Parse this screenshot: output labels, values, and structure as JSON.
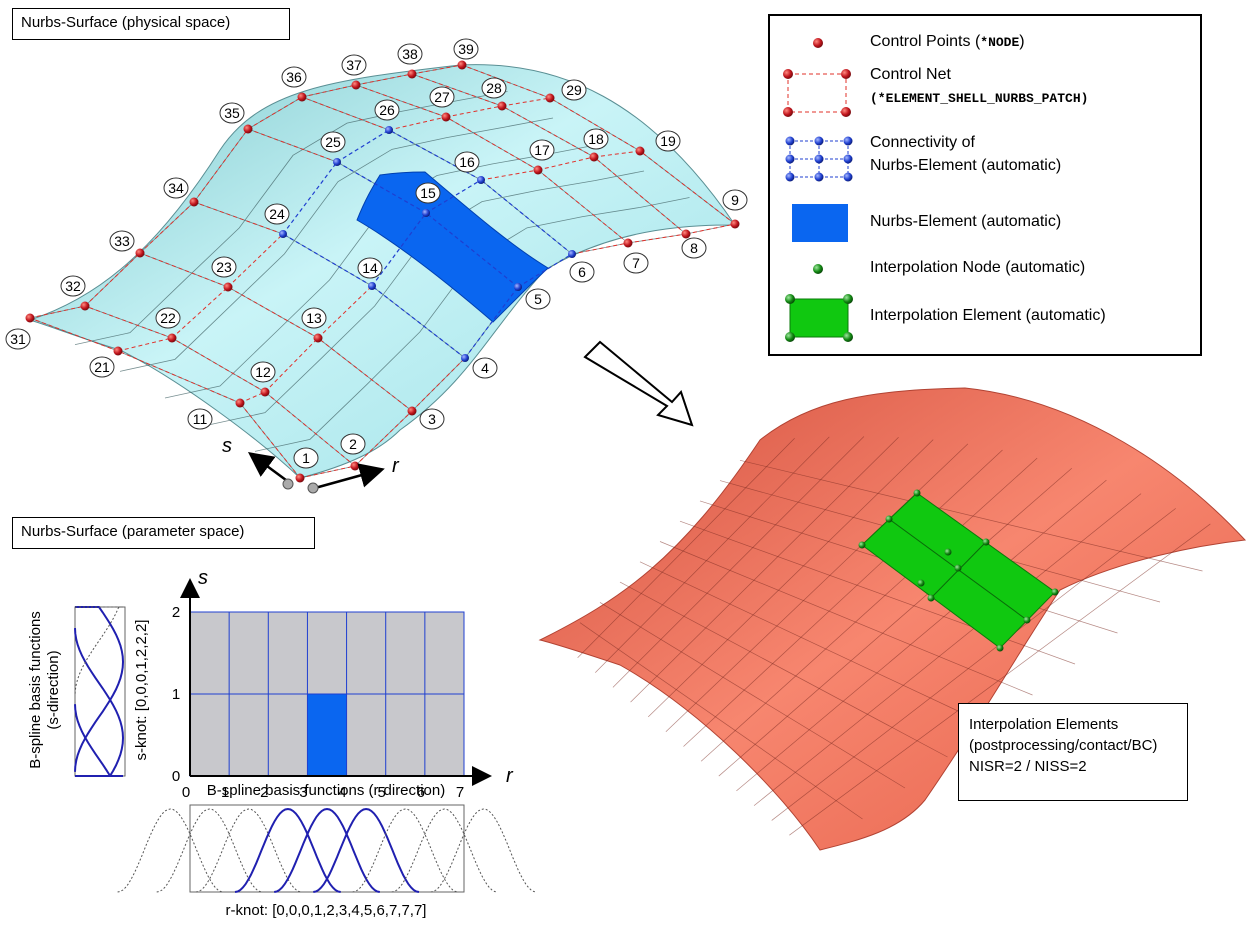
{
  "physical_title": "Nurbs-Surface (physical space)",
  "parameter_title": "Nurbs-Surface (parameter space)",
  "legend": {
    "control_points": "Control Points (",
    "control_points_keyword": "*NODE",
    "control_net": "Control Net",
    "control_net_keyword": "(*ELEMENT_SHELL_NURBS_PATCH)",
    "connectivity_line1": "Connectivity of",
    "connectivity_line2": "Nurbs-Element (automatic)",
    "nurbs_element": "Nurbs-Element (automatic)",
    "interp_node": "Interpolation Node (automatic)",
    "interp_element": "Interpolation Element (automatic)"
  },
  "axes": {
    "s": "s",
    "r": "r"
  },
  "node_numbers": [
    "1",
    "2",
    "3",
    "4",
    "5",
    "6",
    "7",
    "8",
    "9",
    "11",
    "12",
    "13",
    "14",
    "15",
    "16",
    "17",
    "18",
    "19",
    "21",
    "22",
    "23",
    "24",
    "25",
    "26",
    "27",
    "28",
    "29",
    "31",
    "32",
    "33",
    "34",
    "35",
    "36",
    "37",
    "38",
    "39"
  ],
  "param_space": {
    "r_ticks": [
      "0",
      "1",
      "2",
      "3",
      "4",
      "5",
      "6",
      "7"
    ],
    "s_ticks": [
      "0",
      "1",
      "2"
    ],
    "r_basis_label": "B-spline basis functions (r-direction)",
    "r_knot": "r-knot: [0,0,0,1,2,3,4,5,6,7,7,7]",
    "s_basis_label_line1": "B-spline basis functions",
    "s_basis_label_line2": "(s-direction)",
    "s_knot": "s-knot: [0,0,0,1,2,2,2]",
    "highlight_r": [
      3,
      4
    ],
    "highlight_s": [
      0,
      1
    ]
  },
  "interp_box": {
    "line1": "Interpolation Elements",
    "line2": "(postprocessing/contact/BC)",
    "line3": "NISR=2 / NISS=2"
  },
  "colors": {
    "control_point": "#c0141c",
    "control_net": "#e0302a",
    "connectivity": "#1f3fd0",
    "nurbs_element": "#0a66f0",
    "interp_node": "#138a13",
    "interp_element": "#10c810",
    "surface_cyan": "#bdeff2",
    "surface_red": "#f3735e",
    "param_cell": "#c8c8cc"
  }
}
